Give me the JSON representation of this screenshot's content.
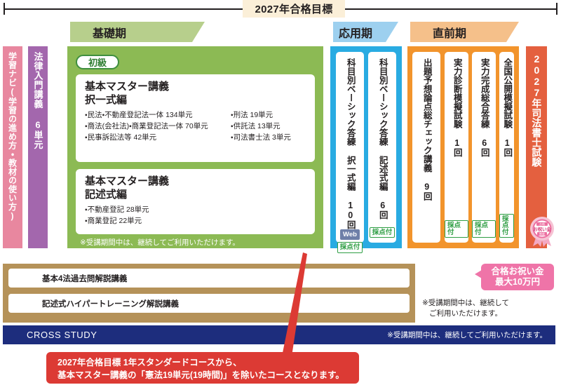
{
  "banner": {
    "title": "2027年合格目標"
  },
  "phases": [
    {
      "name": "phase-kiso",
      "label": "基礎期",
      "color": "#b7cf8c"
    },
    {
      "name": "phase-oyo",
      "label": "応用期",
      "color": "#9dd0ef"
    },
    {
      "name": "phase-chokuzen",
      "label": "直前期",
      "color": "#f5c08a"
    }
  ],
  "left_bars": [
    {
      "name": "bar-navi",
      "label": "学習ナビ(学習の進め方・教材の使い方)",
      "color": "#e8879f"
    },
    {
      "name": "bar-nyumon",
      "label": "法律入門講義 6単元",
      "color": "#a367ad"
    }
  ],
  "kiso": {
    "badge": "初級",
    "panel_color": "#8cba54",
    "note": "※受講期間中は、継続してご利用いただけます。",
    "cards": [
      {
        "title_line1": "基本マスター講義",
        "title_line2": "択一式編",
        "items_left": [
          "民法・不動産登記法一体 134単元",
          "商法(会社法)・商業登記法一体 70単元",
          "民事訴訟法等 42単元"
        ],
        "items_right": [
          "刑法 19単元",
          "供託法 13単元",
          "司法書士法 3単元"
        ]
      },
      {
        "title_line1": "基本マスター講義",
        "title_line2": "記述式編",
        "items_left": [
          "不動産登記 28単元",
          "商業登記 22単元"
        ],
        "items_right": []
      }
    ]
  },
  "oyo": {
    "panel_color": "#29abe2",
    "cards": [
      {
        "title": "科目別ベーシック答練 択一式編 10回",
        "tags": [
          "Web",
          "採点付"
        ]
      },
      {
        "title": "科目別ベーシック答練 記述式編 6回",
        "tags": [
          "採点付"
        ]
      }
    ]
  },
  "chokuzen": {
    "panel_color": "#f2942c",
    "cards": [
      {
        "title": "出題予想論点総チェック講義 9回",
        "tags": []
      },
      {
        "title": "実力診断模擬試験 1回",
        "tags": [
          "採点付"
        ]
      },
      {
        "title": "実力完成総合答練 6回",
        "tags": [
          "採点付"
        ]
      },
      {
        "title": "全国公開模擬試験 1回",
        "tags": [
          "採点付"
        ]
      }
    ]
  },
  "exam_column": {
    "label": "2027年司法書士試験",
    "color": "#e4603f",
    "rosette": {
      "top": "合格",
      "mid": "お祝い金",
      "bottom": "制度"
    }
  },
  "cross_study": {
    "box_color": "#b59259",
    "rows": [
      "基本4法過去問解説講義",
      "記述式ハイパートレーニング解説講義"
    ],
    "bar_label": "CROSS STUDY",
    "bar_note": "※受講期間中は、継続してご利用いただけます。",
    "side_note_line1": "※受講期間中は、継続して",
    "side_note_line2": "ご利用いただけます。"
  },
  "bubble": {
    "line1": "合格お祝い金",
    "line2": "最大10万円",
    "color": "#ef74a8"
  },
  "callout": {
    "line1": "2027年合格目標 1年スタンダードコースから、",
    "line2": "基本マスター講義の「憲法19単元(19時間)」を除いたコースとなります。",
    "color": "#dc3a34"
  }
}
